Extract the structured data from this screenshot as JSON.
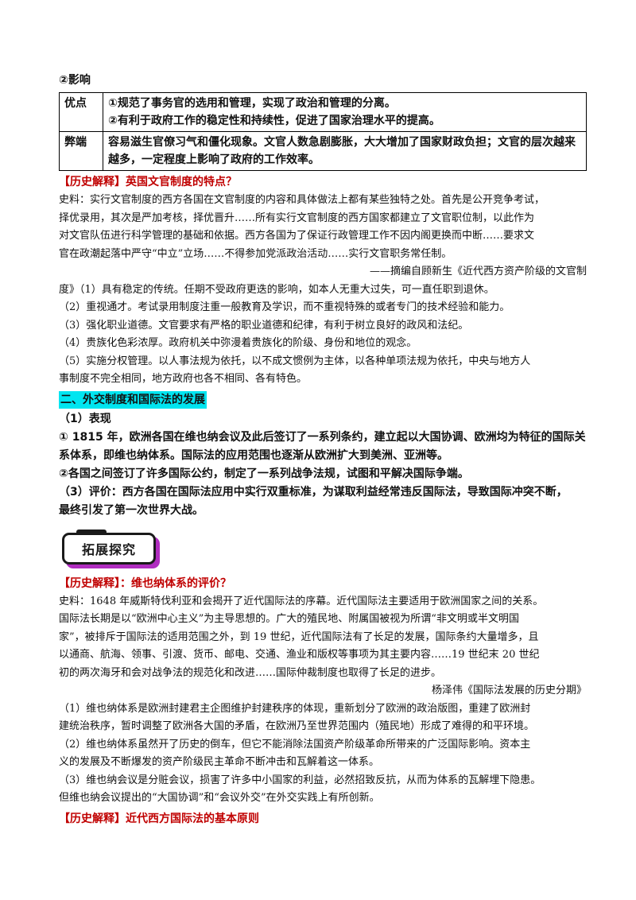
{
  "impact_heading": "②影响",
  "table": {
    "rows": [
      {
        "label": "优点",
        "lines": [
          "①规范了事务官的选用和管理，实现了政治和管理的分离。",
          "②有利于政府工作的稳定性和持续性，促进了国家治理水平的提高。"
        ]
      },
      {
        "label": "弊端",
        "lines": [
          "容易滋生官僚习气和僵化现象。文官人数急剧膨胀，大大增加了国家财政负担；文官的层次越来",
          "越多，一定程度上影响了政府的工作效率。"
        ]
      }
    ]
  },
  "explain1": {
    "title": "【历史解释】英国文官制度的特点？",
    "source_lines": [
      "史料：实行文官制度的西方各国在文官制度的内容和具体做法上都有某些独特之处。首先是公开竞争考试，",
      "择优录用，其次是严加考核，择优晋升……所有实行文官制度的西方国家都建立了文官职位制，以此作为",
      "对文官队伍进行科学管理的基础和依据。西方各国为了保证行政管理工作不因内阁更换而中断……要求文",
      "官在政潮起落中严守“中立”立场……不得参加党派政治活动……实行文官职务常任制。"
    ],
    "citation": "——摘编自顾新生《近代西方资产阶级的文官制",
    "answer_lines": [
      "度》（1）具有稳定的传统。任期不受政府更迭的影响，如本人无重大过失，可一直任职到退休。",
      "（2）重视通才。考试录用制度注重一般教育及学识，而不重视特殊的或者专门的技术经验和能力。",
      "（3）强化职业道德。文官要求有严格的职业道德和纪律，有利于树立良好的政风和法纪。",
      "（4）贵族化色彩浓厚。政府机关中弥漫着贵族化的阶级、身份和地位的观念。",
      "（5）实施分权管理。以人事法规为依托，以不成文惯例为主体，以各种单项法规为依托，中央与地方人",
      "事制度不完全相同，地方政府也各不相同、各有特色。"
    ]
  },
  "section2": {
    "title": "二、外交制度和国际法的发展",
    "lines": [
      "（1）表现",
      "① 1815 年，欧洲各国在维也纳会议及此后签订了一系列条约，建立起以大国协调、欧洲均为特征的国际关",
      "系体系，即维也纳体系。国际法的应用范围也逐渐从欧洲扩大到美洲、亚洲等。",
      "②各国之间签订了许多国际公约，制定了一系列战争法规，试图和平解决国际争端。",
      "（3）评价：西方各国在国际法应用中实行双重标准，为谋取利益经常违反国际法，导致国际冲突不断，",
      "最终引发了第一次世界大战。"
    ]
  },
  "banner": {
    "label": "拓展探究"
  },
  "explain2": {
    "title": "【历史解释】：维也纳体系的评价？",
    "source_lines": [
      "史料：1648 年威斯特伐利亚和会揭开了近代国际法的序幕。近代国际法主要适用于欧洲国家之间的关系。",
      "国际法长期是以“欧洲中心主义”为主导思想的。广大的殖民地、附属国被视为所谓“非文明或半文明国",
      "家”，被排斥于国际法的适用范围之外，到 19 世纪，近代国际法有了长足的发展，国际条约大量增多，且",
      "以通商、航海、领事、引渡、货币、邮电、交通、渔业和版权等事项为其主要内容……19 世纪末 20 世纪",
      "初的两次海牙和会对战争法的规范化和改进……国际仲裁制度也取得了长足的进步。"
    ],
    "citation": "杨泽伟《国际法发展的历史分期》",
    "answer_lines": [
      "（1）维也纳体系是欧洲封建君主企图维护封建秩序的体现，重新划分了欧洲的政治版图，重建了欧洲封",
      "建统治秩序，暂时调整了欧洲各大国的矛盾，在欧洲乃至世界范围内（殖民地）形成了难得的和平环境。",
      "（2）维也纳体系虽然开了历史的倒车，但它不能消除法国资产阶级革命所带来的广泛国际影响。资本主",
      "义的发展及不断爆发的资产阶级民主革命不断冲击和瓦解着这一体系。",
      "（3）维也纳会议是分赃会议，损害了许多中小国家的利益，必然招致反抗，从而为体系的瓦解埋下隐患。",
      "但维也纳会议提出的“大国协调”和“会议外交”在外交实践上有所创新。"
    ]
  },
  "explain3": {
    "title": "【历史解释】近代西方国际法的基本原则"
  }
}
